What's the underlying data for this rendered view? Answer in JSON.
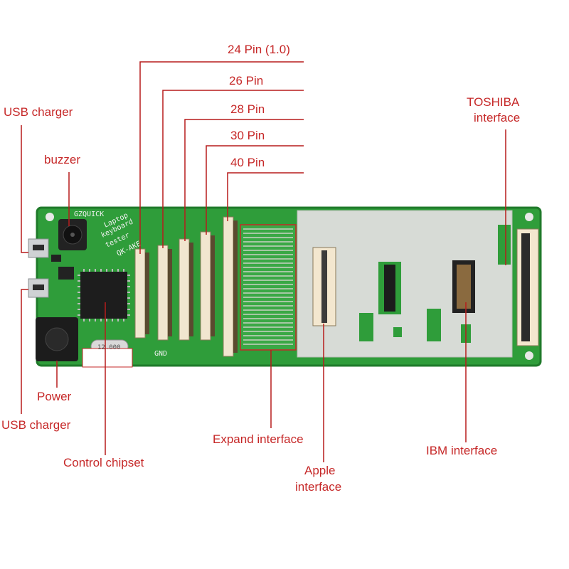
{
  "labels": {
    "pin24": "24 Pin (1.0)",
    "pin26": "26 Pin",
    "pin28": "28 Pin",
    "pin30": "30 Pin",
    "pin40": "40 Pin",
    "usb_top": "USB charger",
    "buzzer": "buzzer",
    "toshiba_line1": "TOSHIBA",
    "toshiba_line2": "interface",
    "power": "Power",
    "usb_bottom": "USB charger",
    "control": "Control chipset",
    "expand": "Expand interface",
    "apple_line1": "Apple",
    "apple_line2": "interface",
    "ibm": "IBM interface"
  },
  "board": {
    "brand": "GZQUICK",
    "title_lines": [
      "Laptop",
      "keyboard",
      "tester",
      "QK-AKE"
    ],
    "gnd": "GND",
    "crystal": "12.000"
  },
  "colors": {
    "pcb_green": "#2f9d3a",
    "pcb_edge": "#1f7a2a",
    "silver_area": "#d7dbd6",
    "leader_line": "#b71c1c",
    "label_text": "#c62828"
  }
}
